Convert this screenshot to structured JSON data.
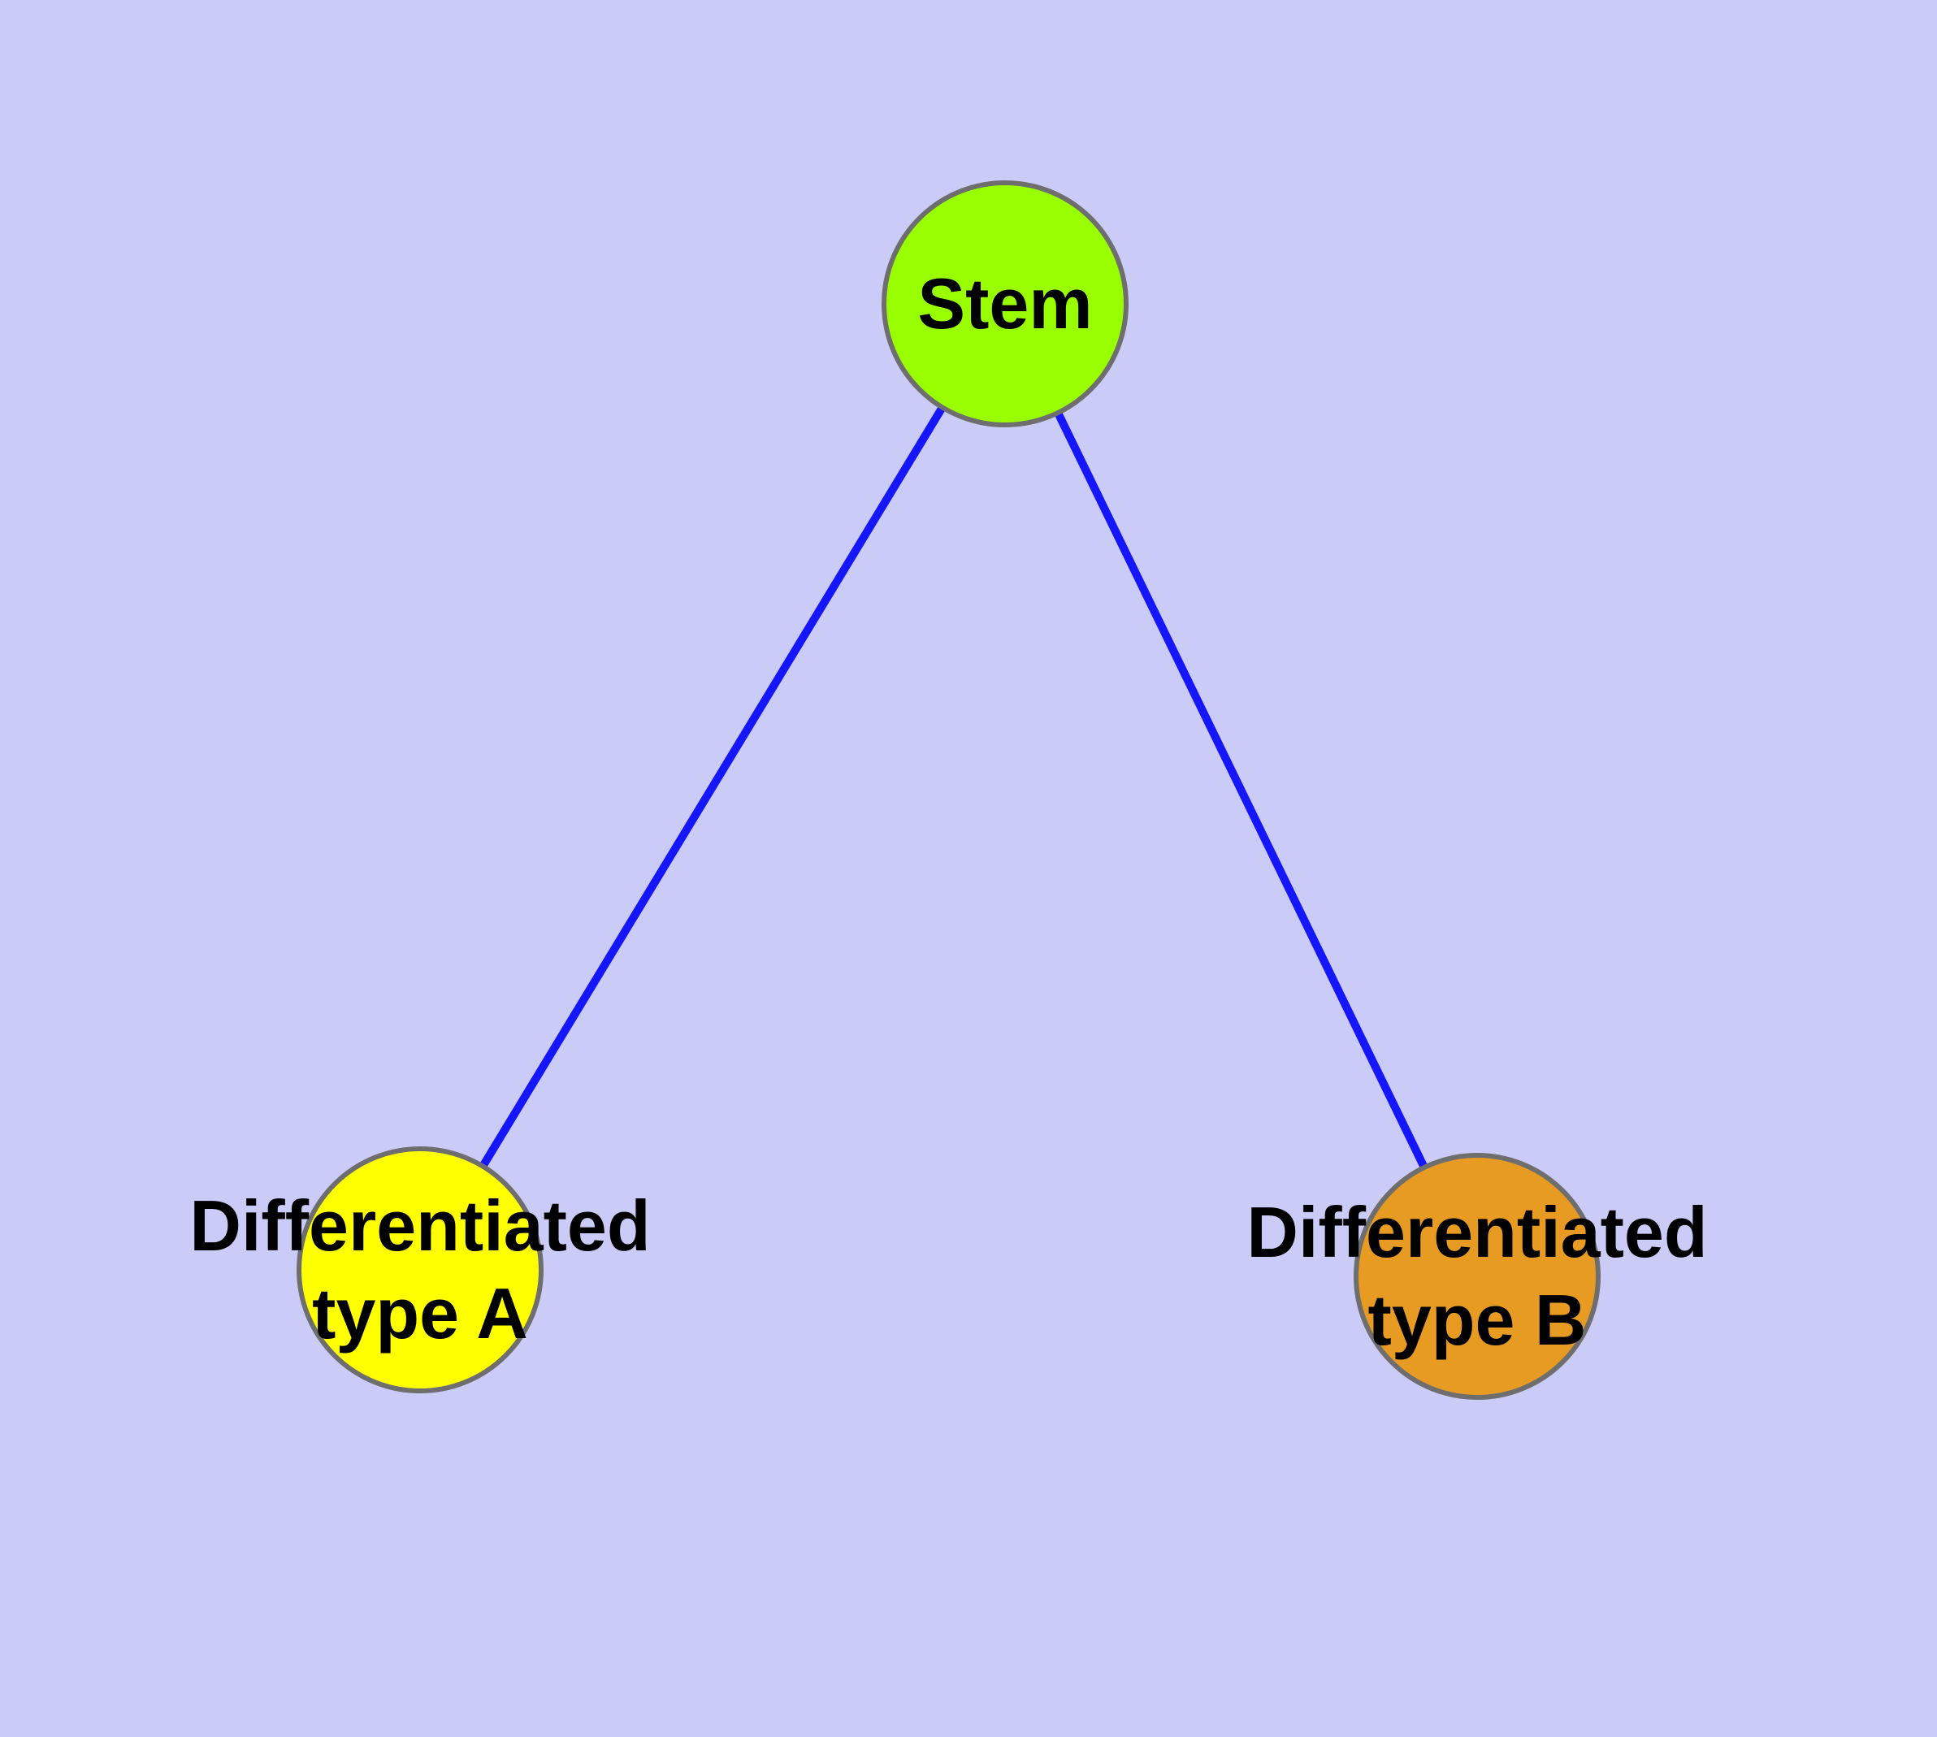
{
  "diagram": {
    "title": "stem-cell-differentiation-graph",
    "background_color": "#cbcbf8",
    "node_border_color": "#6e6e6e",
    "label_color": "#000000",
    "nodes": [
      {
        "id": "stem",
        "label": "Stem",
        "fill": "#99fe00"
      },
      {
        "id": "differentiated-type-a",
        "label_line1": "Differentiated",
        "label_line2": "type A",
        "fill": "#ffff00"
      },
      {
        "id": "differentiated-type-b",
        "label_line1": "Differentiated",
        "label_line2": "type B",
        "fill": "#e79b22"
      }
    ],
    "edges": [
      {
        "from": "Stem",
        "to": "Differentiated type A",
        "color": "#1616fa"
      },
      {
        "from": "Stem",
        "to": "Differentiated type B",
        "color": "#1616fa"
      }
    ]
  }
}
